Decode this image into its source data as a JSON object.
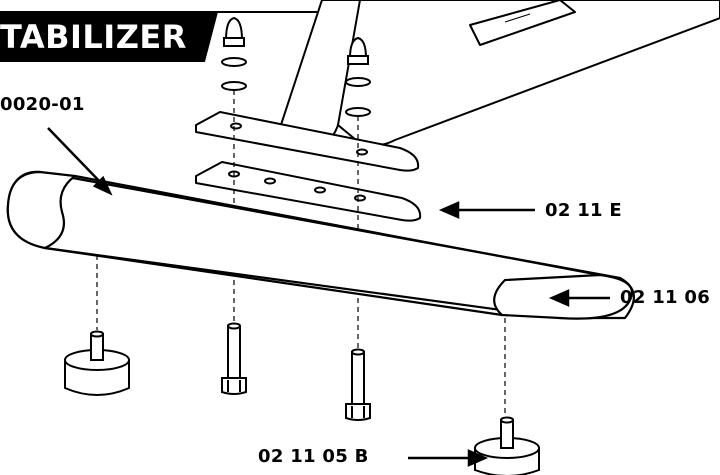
{
  "header": {
    "title": "TABILIZER"
  },
  "labels": {
    "part_top_left": "0020-01",
    "plate": "02 11 E",
    "end_cap": "02 11 06",
    "foot": "02 11 05 B"
  }
}
